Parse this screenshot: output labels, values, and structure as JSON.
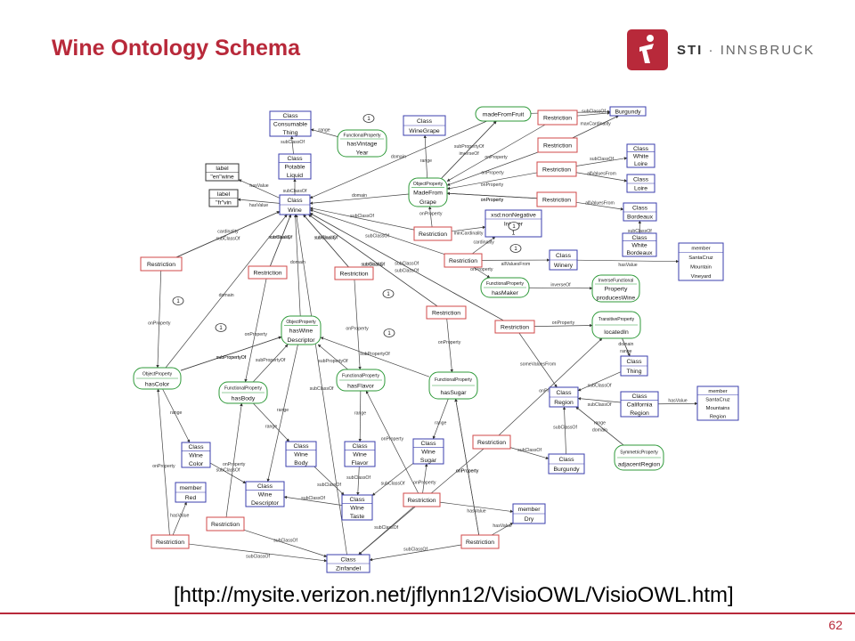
{
  "title": "Wine Ontology Schema",
  "logo": {
    "brand": "STI",
    "separator": " · ",
    "name": "INNSBRUCK"
  },
  "caption": "[http://mysite.verizon.net/jflynn12/VisioOWL/VisioOWL.htm]",
  "page_number": "62",
  "colors": {
    "accent": "#b8293a",
    "class_box": "#3b3fae",
    "restriction_box": "#d0484a",
    "property_box": "#2f9a3a"
  },
  "nodes": {
    "c_consumable": {
      "type": "class",
      "lines": [
        "Class",
        "Consumable",
        "Thing"
      ]
    },
    "c_potable": {
      "type": "class",
      "lines": [
        "Class",
        "Potable",
        "Liquid"
      ]
    },
    "c_wine": {
      "type": "class",
      "lines": [
        "Class",
        "Wine"
      ]
    },
    "l_en": {
      "type": "label",
      "lines": [
        "label",
        "\"en\"wine"
      ]
    },
    "l_fr": {
      "type": "label",
      "lines": [
        "label",
        "\"fr\"vin"
      ]
    },
    "c_winegrape": {
      "type": "class",
      "lines": [
        "Class",
        "WineGrape"
      ]
    },
    "p_madefromfruit": {
      "type": "objprop",
      "lines": [
        "madeFromFruit"
      ]
    },
    "p_vintage": {
      "type": "funcprop",
      "lines": [
        "FunctionalProperty",
        "hasVintage",
        "Year"
      ]
    },
    "p_madefromgrape": {
      "type": "objprop",
      "lines": [
        "ObjectProperty",
        "MadeFrom",
        "Grape"
      ]
    },
    "c_burgundy_top": {
      "type": "class",
      "lines": [
        "Burgundy"
      ]
    },
    "r1": {
      "type": "restriction",
      "lines": [
        "Restriction"
      ]
    },
    "r2": {
      "type": "restriction",
      "lines": [
        "Restriction"
      ]
    },
    "r3": {
      "type": "restriction",
      "lines": [
        "Restriction"
      ]
    },
    "r4": {
      "type": "restriction",
      "lines": [
        "Restriction"
      ]
    },
    "c_whiteloire": {
      "type": "class",
      "lines": [
        "Class",
        "White",
        "Loire"
      ]
    },
    "c_loire": {
      "type": "class",
      "lines": [
        "Class",
        "Loire"
      ]
    },
    "c_bordeaux": {
      "type": "class",
      "lines": [
        "Class",
        "Bordeaux"
      ]
    },
    "c_whitebordeaux": {
      "type": "class",
      "lines": [
        "Class",
        "White",
        "Bordeaux"
      ]
    },
    "x_nonneg": {
      "type": "class",
      "lines": [
        "xsd:nonNegative",
        "Integer",
        "1"
      ]
    },
    "r_mincard": {
      "type": "restriction",
      "lines": [
        "Restriction"
      ]
    },
    "r_winery": {
      "type": "restriction",
      "lines": [
        "Restriction"
      ]
    },
    "c_winery": {
      "type": "class",
      "lines": [
        "Class",
        "Winery"
      ]
    },
    "m_santacruz": {
      "type": "class",
      "lines": [
        "member",
        "SantaCruz",
        "Mountain",
        "Vineyard"
      ]
    },
    "p_hasmaker": {
      "type": "funcprop",
      "lines": [
        "FunctionalProperty",
        "hasMaker"
      ]
    },
    "p_produceswine": {
      "type": "invfuncprop",
      "lines": [
        "InverseFunctional",
        "Property",
        "producesWine"
      ]
    },
    "r_left": {
      "type": "restriction",
      "lines": [
        "Restriction"
      ]
    },
    "r_body": {
      "type": "restriction",
      "lines": [
        "Restriction"
      ]
    },
    "r_flavor": {
      "type": "restriction",
      "lines": [
        "Restriction"
      ]
    },
    "r_sugar": {
      "type": "restriction",
      "lines": [
        "Restriction"
      ]
    },
    "r_located": {
      "type": "restriction",
      "lines": [
        "Restriction"
      ]
    },
    "p_located": {
      "type": "transprop",
      "lines": [
        "TransitiveProperty",
        "locatedIn"
      ]
    },
    "c_thing": {
      "type": "class",
      "lines": [
        "Class",
        "Thing"
      ]
    },
    "p_descriptor": {
      "type": "objprop",
      "lines": [
        "ObjectProperty",
        "hasWine",
        "Descriptor"
      ]
    },
    "p_color": {
      "type": "objprop",
      "lines": [
        "ObjectProperty",
        "hasColor"
      ]
    },
    "p_body": {
      "type": "funcprop",
      "lines": [
        "FunctionalProperty",
        "hasBody"
      ]
    },
    "p_flavor": {
      "type": "funcprop",
      "lines": [
        "FunctionalProperty",
        "hasFlavor"
      ]
    },
    "p_sugar": {
      "type": "funcprop",
      "lines": [
        "FunctionalProperty",
        "hasSugar"
      ]
    },
    "c_region": {
      "type": "class",
      "lines": [
        "Class",
        "Region"
      ]
    },
    "c_calregion": {
      "type": "class",
      "lines": [
        "Class",
        "California",
        "Region"
      ]
    },
    "m_scmr": {
      "type": "class",
      "lines": [
        "member",
        "SantaCruz",
        "Mountains",
        "Region"
      ]
    },
    "p_adjacent": {
      "type": "symprop",
      "lines": [
        "SymmetricProperty",
        "adjacentRegion"
      ]
    },
    "c_winecolor": {
      "type": "class",
      "lines": [
        "Class",
        "Wine",
        "Color"
      ]
    },
    "c_winebody": {
      "type": "class",
      "lines": [
        "Class",
        "Wine",
        "Body"
      ]
    },
    "c_wineflavor": {
      "type": "class",
      "lines": [
        "Class",
        "Wine",
        "Flavor"
      ]
    },
    "c_winesugar": {
      "type": "class",
      "lines": [
        "Class",
        "Wine",
        "Sugar"
      ]
    },
    "c_winedescriptor": {
      "type": "class",
      "lines": [
        "Class",
        "Wine",
        "Descriptor"
      ]
    },
    "c_winetaste": {
      "type": "class",
      "lines": [
        "Class",
        "Wine",
        "Taste"
      ]
    },
    "r_burgundy": {
      "type": "restriction",
      "lines": [
        "Restriction"
      ]
    },
    "c_burgundy": {
      "type": "class",
      "lines": [
        "Class",
        "Burgundy"
      ]
    },
    "m_red": {
      "type": "class",
      "lines": [
        "member",
        "Red"
      ]
    },
    "m_dry": {
      "type": "class",
      "lines": [
        "member",
        "Dry"
      ]
    },
    "r_bl": {
      "type": "restriction",
      "lines": [
        "Restriction"
      ]
    },
    "r_bm": {
      "type": "restriction",
      "lines": [
        "Restriction"
      ]
    },
    "r_br": {
      "type": "restriction",
      "lines": [
        "Restriction"
      ]
    },
    "r_bb": {
      "type": "restriction",
      "lines": [
        "Restriction"
      ]
    },
    "c_zinfandel": {
      "type": "class",
      "lines": [
        "Class",
        "Zinfandel"
      ]
    }
  },
  "values": {
    "v1": "1",
    "v2": "1",
    "v3": "1",
    "v4": "1",
    "v5": "1",
    "v6": "1",
    "v7": "1"
  },
  "edges": {
    "e1": "subClassOf",
    "e2": "subClassOf",
    "e3": "hasValue",
    "e4": "hasValue",
    "e5": "range",
    "e6": "range",
    "e7": "domain",
    "e8": "inverseOf",
    "e9": "subPropertyOf",
    "e10": "range",
    "e11": "domain",
    "e12": "onProperty",
    "e13": "subClassOf",
    "e14": "onProperty",
    "e15": "maxCardinality",
    "e16": "onProperty",
    "e17": "subClassOf",
    "e18": "onProperty",
    "e19": "allValuesFrom",
    "e20": "onProperty",
    "e21": "allValuesFrom",
    "e22": "subClassOf",
    "e23": "subClassOf",
    "e24": "minCardinality",
    "e25": "onProperty",
    "e26": "subClassOf",
    "e27": "cardinality",
    "e28": "allValuesFrom",
    "e29": "onProperty",
    "e30": "hasValue",
    "e31": "inverseOf",
    "e32": "subClassOf",
    "e33": "subClassOf",
    "e34": "domain",
    "e35": "subClassOf",
    "e36": "subClassOf",
    "e37": "subClassOf",
    "e38": "subClassOf",
    "e39": "cardinality",
    "e40": "onProperty",
    "e41": "cardinality",
    "e42": "onProperty",
    "e43": "cardinality",
    "e44": "onProperty",
    "e45": "onProperty",
    "e46": "cardinality",
    "e47": "onProperty",
    "e48": "someValuesFrom",
    "e49": "domain",
    "e50": "range",
    "e51": "domain",
    "e52": "subPropertyOf",
    "e53": "subPropertyOf",
    "e54": "subPropertyOf",
    "e55": "subPropertyOf",
    "e56": "subPropertyOf",
    "e57": "range",
    "e58": "range",
    "e59": "range",
    "e60": "range",
    "e61": "range",
    "e62": "subClassOf",
    "e63": "hasValue",
    "e64": "subClassOf",
    "e65": "range",
    "e66": "domain",
    "e67": "subClassOf",
    "e68": "subClassOf",
    "e69": "subClassOf",
    "e70": "subClassOf",
    "e71": "subClassOf",
    "e72": "onProperty",
    "e73": "hasValue",
    "e74": "onProperty",
    "e75": "subClassOf",
    "e76": "hasValue",
    "e77": "onProperty",
    "e78": "onProperty",
    "e79": "subClassOf",
    "e80": "onProperty",
    "e81": "subClassOf",
    "e82": "onProperty",
    "e83": "hasValue",
    "e84": "subClassOf",
    "e85": "subClassOf",
    "e86": "subClassOf",
    "e87": "subClassOf",
    "e88": "onProperty",
    "e89": "subClassOf"
  }
}
